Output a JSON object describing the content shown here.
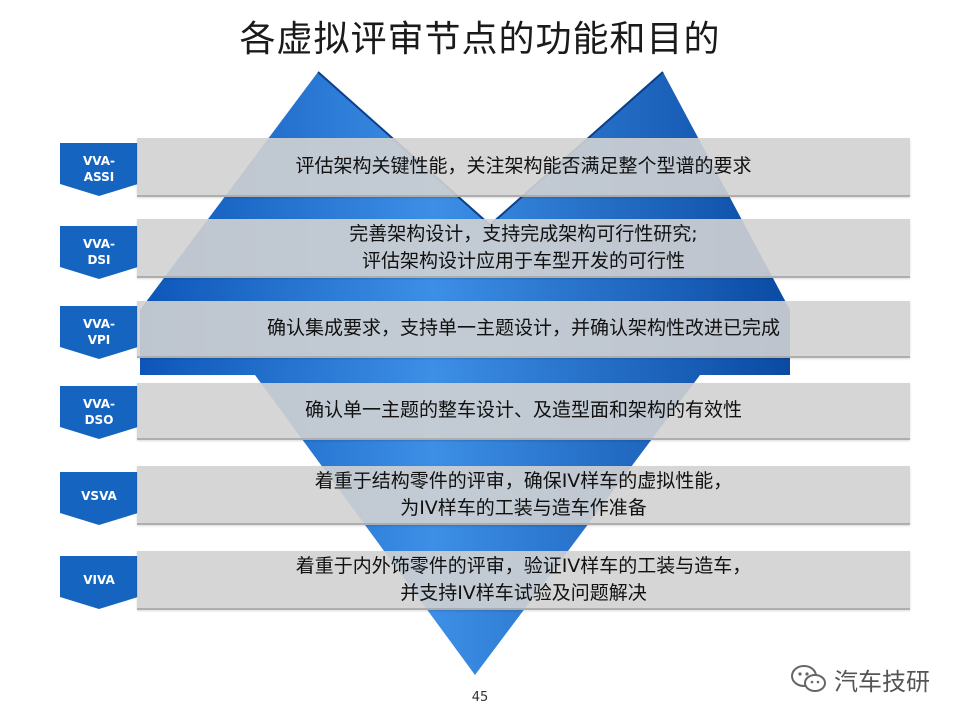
{
  "title": "各虚拟评审节点的功能和目的",
  "rows": [
    {
      "tag_line1": "VVA-",
      "tag_line2": "ASSI",
      "text_line1": "评估架构关键性能，关注架构能否满足整个型谱的要求",
      "text_line2": ""
    },
    {
      "tag_line1": "VVA-",
      "tag_line2": "DSI",
      "text_line1": "完善架构设计，支持完成架构可行性研究;",
      "text_line2": "评估架构设计应用于车型开发的可行性"
    },
    {
      "tag_line1": "VVA-",
      "tag_line2": "VPI",
      "text_line1": "确认集成要求，支持单一主题设计，并确认架构性改进已完成",
      "text_line2": ""
    },
    {
      "tag_line1": "VVA-",
      "tag_line2": "DSO",
      "text_line1": "确认单一主题的整车设计、及造型面和架构的有效性",
      "text_line2": ""
    },
    {
      "tag_line1": "VSVA",
      "tag_line2": "",
      "text_line1": "着重于结构零件的评审，确保IV样车的虚拟性能，",
      "text_line2": "为IV样车的工装与造车作准备"
    },
    {
      "tag_line1": "VIVA",
      "tag_line2": "",
      "text_line1": "着重于内外饰零件的评审，验证IV样车的工装与造车，",
      "text_line2": "并支持IV样车试验及问题解决"
    }
  ],
  "page_number": "45",
  "watermark": "汽车技研",
  "colors": {
    "arrow": "#1a6fd1",
    "tag": "#1565c0",
    "bar": "#d2d2d2"
  }
}
